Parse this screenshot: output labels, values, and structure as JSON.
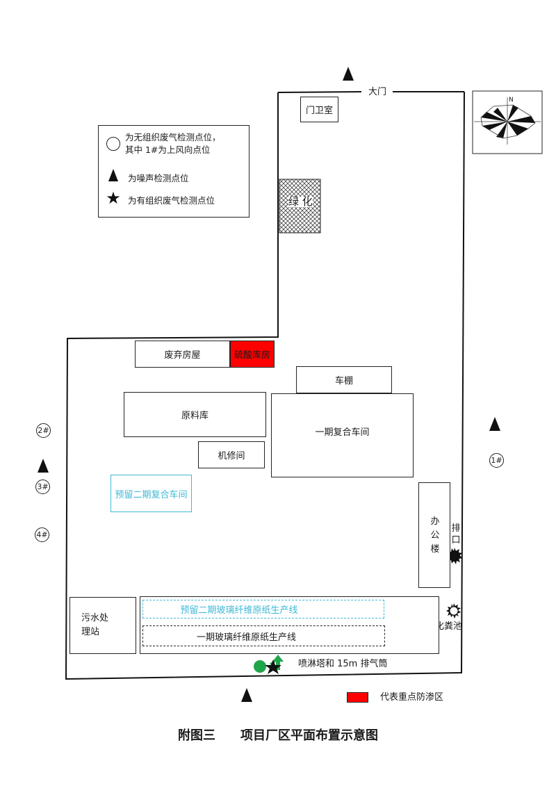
{
  "legend": {
    "circle_text_1": "为无组织废气检测点位，",
    "circle_text_2": "其中 1#为上风向点位",
    "triangle_text": "为噪声检测点位",
    "star_text": "为有组织废气检测点位"
  },
  "labels": {
    "gate": "大门",
    "guard_room": "门卫室",
    "greening": "绿 化",
    "waste_room": "废弃房屋",
    "acid_store": "硫酸库房",
    "carport": "车棚",
    "raw_material": "原料库",
    "phase1_workshop": "一期复合车间",
    "repair": "机修间",
    "reserved_phase2_workshop": "预留二期复合车间",
    "office": "办公楼",
    "outlet": "排口",
    "septic": "化粪池",
    "sewage_1": "污水处",
    "sewage_2": "理站",
    "reserved_line": "预留二期玻璃纤维原纸生产线",
    "phase1_line": "一期玻璃纤维原纸生产线",
    "tower": "喷淋塔和 15m 排气筒",
    "key_zone": "代表重点防渗区",
    "compass_n": "N"
  },
  "points": {
    "p1": "1#",
    "p2": "2#",
    "p3": "3#",
    "p4": "4#"
  },
  "caption": "附图三　　项目厂区平面布置示意图",
  "colors": {
    "key_zone": "#ff0000",
    "reserved": "#3fb8d6",
    "green": "#1fa64a"
  }
}
